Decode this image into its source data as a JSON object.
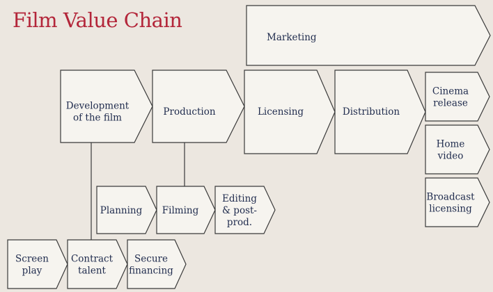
{
  "title": "Film Value Chain",
  "colors": {
    "title": "#b3263a",
    "label": "#1f2b4d",
    "stroke": "#3a3a3a",
    "box_fill": "#f6f4ef",
    "background": "#ece7e0"
  },
  "marketing": [
    "Marketing"
  ],
  "main_chain": [
    [
      "Development",
      "of the film"
    ],
    [
      "Production"
    ],
    [
      "Licensing"
    ],
    [
      "Distribution"
    ]
  ],
  "outputs": [
    [
      "Cinema",
      "release"
    ],
    [
      "Home",
      "video"
    ],
    [
      "Broadcast",
      "licensing"
    ]
  ],
  "production_steps": [
    [
      "Planning"
    ],
    [
      "Filming"
    ],
    [
      "Editing",
      "& post-",
      "prod."
    ]
  ],
  "development_steps": [
    [
      "Screen",
      "play"
    ],
    [
      "Contract",
      "talent"
    ],
    [
      "Secure",
      "financing"
    ]
  ]
}
